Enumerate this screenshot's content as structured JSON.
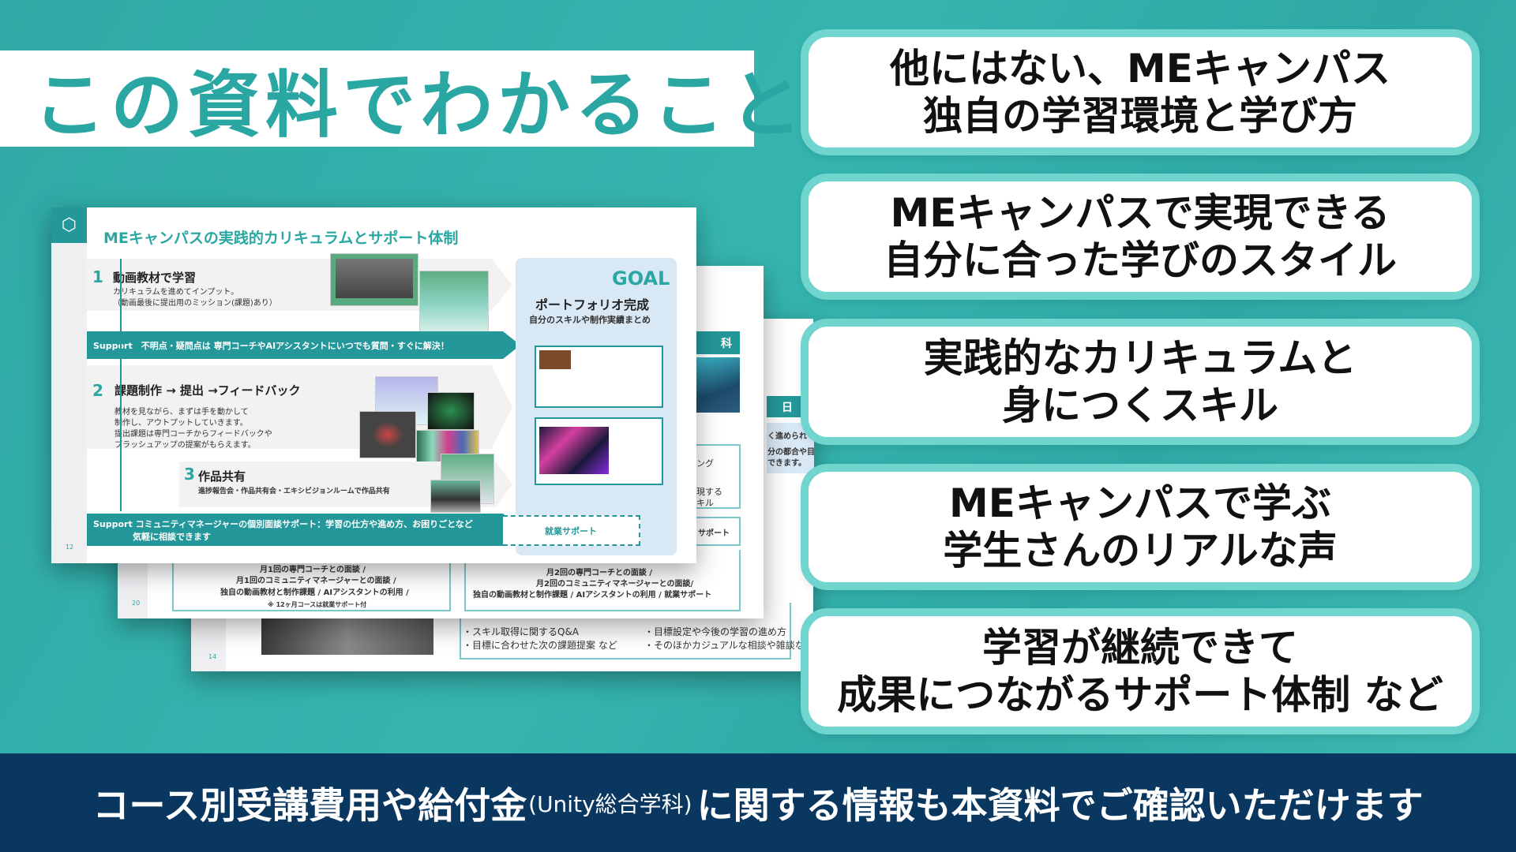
{
  "headline": "この資料でわかること",
  "features": [
    {
      "line1": "他にはない、MEキャンパス",
      "line2": "独自の学習環境と学び方"
    },
    {
      "line1": "MEキャンパスで実現できる",
      "line2": "自分に合った学びのスタイル"
    },
    {
      "line1": "実践的なカリキュラムと",
      "line2": "身につくスキル"
    },
    {
      "line1": "MEキャンパスで学ぶ",
      "line2": "学生さんのリアルな声"
    },
    {
      "line1": "学習が継続できて",
      "line2": "成果につながるサポート体制 など"
    }
  ],
  "footer": {
    "part1": "コース別受講費用や給付金",
    "note": "(Unity総合学科)",
    "part2": "に関する情報も本資料でご確認いただけます"
  },
  "front_slide": {
    "title": "MEキャンパスの実践的カリキュラムとサポート体制",
    "page": "12",
    "step1": {
      "num": "1",
      "title": "動画教材で学習",
      "desc1": "カリキュラムを進めてインプット。",
      "desc2": "（動画最後に提出用のミッション(課題)あり）"
    },
    "support1": "Support　不明点・疑問点は 専門コーチやAIアシスタントにいつでも質問・すぐに解決！",
    "step2": {
      "num": "2",
      "title": "課題制作 → 提出 →フィードバック",
      "desc": [
        "教材を見ながら、まずは手を動かして",
        "制作し、アウトプットしていきます。",
        "提出課題は専門コーチからフィードバックや",
        "ブラッシュアップの提案がもらえます。"
      ]
    },
    "step3": {
      "num": "3",
      "title": "作品共有",
      "desc": "進捗報告会・作品共有会・エキシビジョンルームで作品共有"
    },
    "support2": {
      "line1": "Support コミュニティマネージャーの個別面談サポート：学習の仕方や進め方、お困りごとなど",
      "line2": "気軽に相談できます"
    },
    "goal": {
      "label": "GOAL",
      "title": "ポートフォリオ完成",
      "sub": "自分のスキルや制作実績まとめ"
    },
    "career": "就業サポート"
  },
  "middle_slide": {
    "page": "20",
    "left_box": [
      "月1回の専門コーチとの面談 /",
      "月1回のコミュニティマネージャーとの面談 /",
      "独自の動画教材と制作課題 / AIアシスタントの利用 /",
      "※ 12ヶ月コースは就業サポート付"
    ],
    "right_box": [
      "月2回の専門コーチとの面談 /",
      "月2回のコミュニティマネージャーとの面談/",
      "独自の動画教材と制作課題 / AIアシスタントの利用 / 就業サポート"
    ],
    "side_header": "科",
    "side_texts": [
      "ング",
      "現する",
      "キル",
      "サポート"
    ]
  },
  "back_slide": {
    "page": "14",
    "bullets_left": [
      "・スキル取得に関するQ&A",
      "・目標に合わせた次の課題提案 など"
    ],
    "bullets_right": [
      "・目標設定や今後の学習の進め方",
      "・そのほかカジュアルな相談や雑談など"
    ],
    "side_header": "日",
    "side_texts": [
      "く進められ",
      "分の都合や目",
      "できます。"
    ]
  },
  "colors": {
    "teal": "#2aa7a2",
    "border": "#70d4cf",
    "navy": "#0a375f",
    "slide_teal": "#24979a"
  }
}
